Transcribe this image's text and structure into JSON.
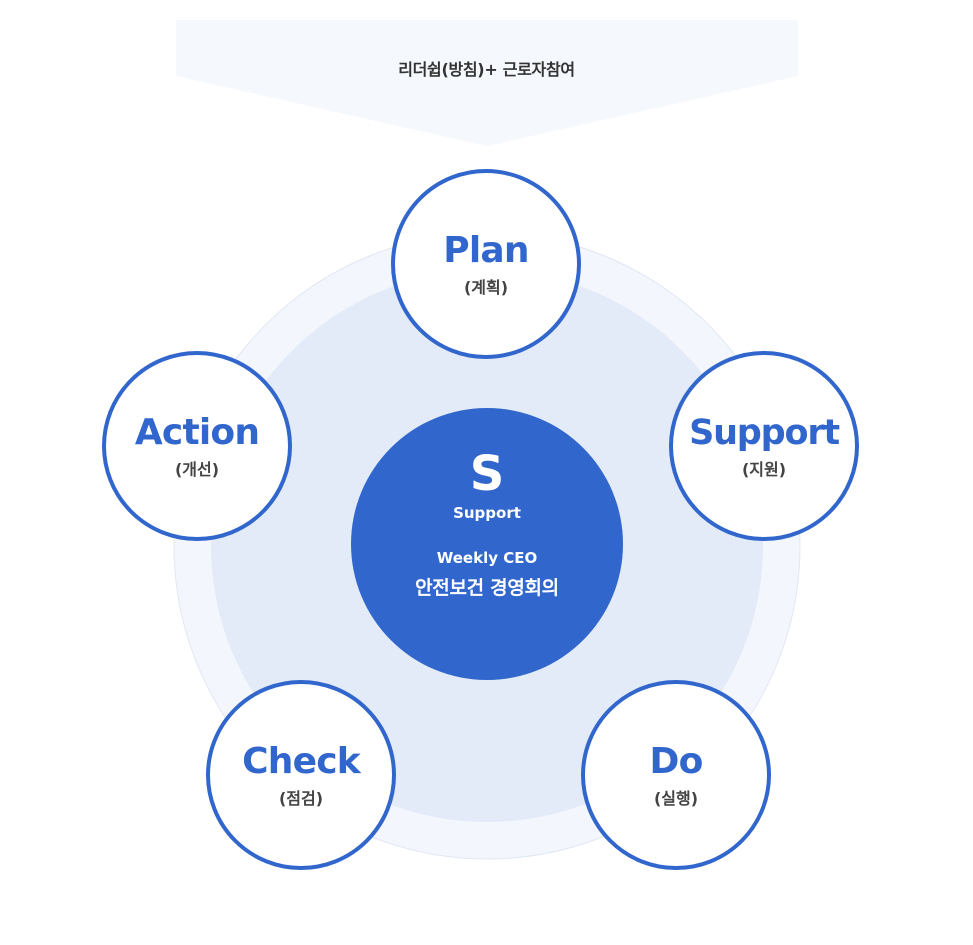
{
  "banner": {
    "text": "리더쉽(방침)+ 근로자참여"
  },
  "center": {
    "logo_letter": "S",
    "logo_label": "Support",
    "line1": "Weekly CEO",
    "line2": "안전보건 경영회의"
  },
  "nodes": {
    "plan": {
      "title": "Plan",
      "subtitle": "(계획)"
    },
    "support": {
      "title": "Support",
      "subtitle": "(지원)"
    },
    "do": {
      "title": "Do",
      "subtitle": "(실행)"
    },
    "check": {
      "title": "Check",
      "subtitle": "(점검)"
    },
    "action": {
      "title": "Action",
      "subtitle": "(개선)"
    }
  },
  "colors": {
    "primary": "#3166cc",
    "banner_fill": "#f5f8fd",
    "outer_ring": "#f3f6fc",
    "inner_disc": "#e3eaf8",
    "text_dark": "#333333"
  }
}
